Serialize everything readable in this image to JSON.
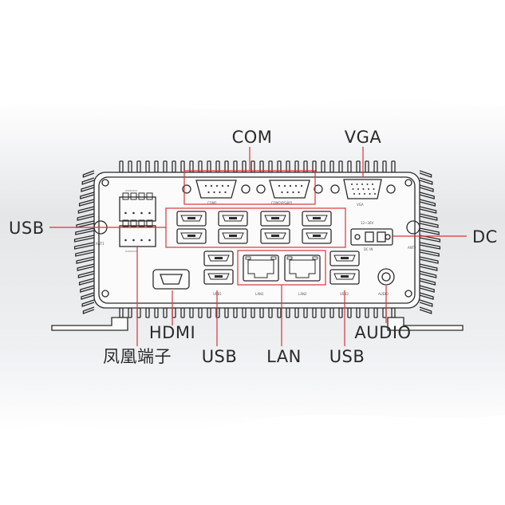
{
  "labels": {
    "com": "COM",
    "vga": "VGA",
    "usb_left": "USB",
    "dc": "DC",
    "hdmi": "HDMI",
    "audio": "AUDIO",
    "phoenix": "凤凰端子",
    "usb_bottom_1": "USB",
    "lan": "LAN",
    "usb_bottom_2": "USB"
  },
  "colors": {
    "highlight": "#d8353b",
    "outline": "#2b2b2b",
    "background_shade": "#e6e8ea"
  }
}
